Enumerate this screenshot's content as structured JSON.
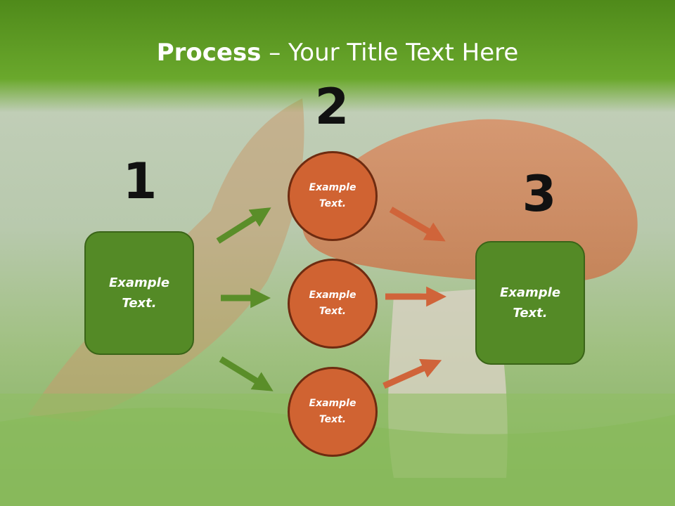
{
  "slide": {
    "title_bold": "Process",
    "title_rest": " – Your Title Text Here",
    "steps": [
      {
        "number": "1",
        "label": "Example\nText."
      },
      {
        "number": "2",
        "items": [
          "Example\nText.",
          "Example\nText.",
          "Example\nText."
        ]
      },
      {
        "number": "3",
        "label": "Example\nText."
      }
    ]
  },
  "colors": {
    "header_green": "#5f9a22",
    "box_green": "#548a26",
    "circle_orange": "#d06332",
    "arrow_green": "#5a8e29",
    "arrow_orange": "#d0643a"
  }
}
